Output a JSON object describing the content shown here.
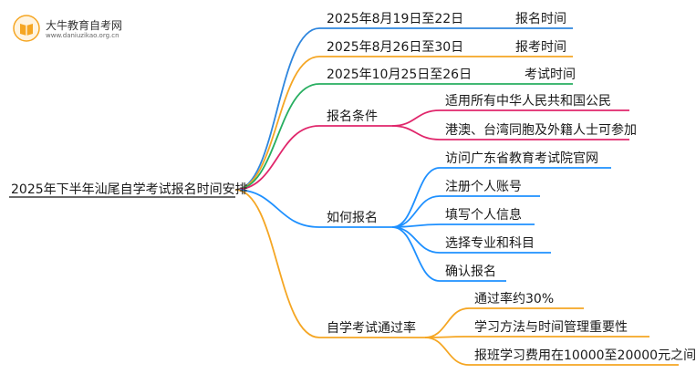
{
  "logo": {
    "title": "大牛教育自考网",
    "url": "www.daniuzikao.org.cn"
  },
  "mindmap": {
    "root": "2025年下半年汕尾自学考试报名时间安排",
    "top": [
      {
        "date": "2025年8月19日至22日",
        "label": "报名时间",
        "color": "#2e86de"
      },
      {
        "date": "2025年8月26日至30日",
        "label": "报考时间",
        "color": "#f5a623"
      },
      {
        "date": "2025年10月25日至26日",
        "label": "考试时间",
        "color": "#27ae60"
      }
    ],
    "branches": [
      {
        "label": "报名条件",
        "color": "#e0266b",
        "children": [
          "适用所有中华人民共和国公民",
          "港澳、台湾同胞及外籍人士可参加"
        ]
      },
      {
        "label": "如何报名",
        "color": "#1e90ff",
        "children": [
          "访问广东省教育考试院官网",
          "注册个人账号",
          "填写个人信息",
          "选择专业和科目",
          "确认报名"
        ]
      },
      {
        "label": "自学考试通过率",
        "color": "#f5a623",
        "children": [
          "通过率约30%",
          "学习方法与时间管理重要性",
          "报班学习费用在10000至20000元之间"
        ]
      }
    ]
  }
}
